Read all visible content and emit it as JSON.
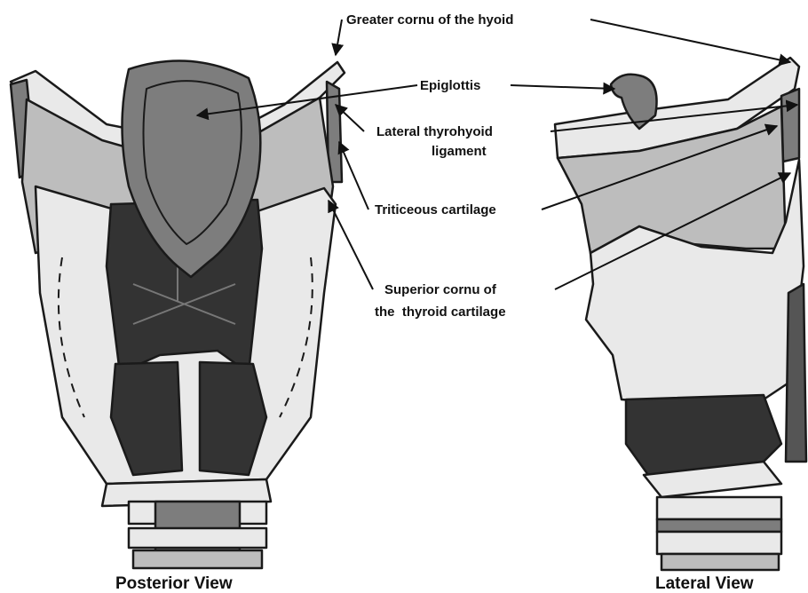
{
  "colors": {
    "outline": "#1a1a1a",
    "light": "#e9e9e9",
    "mid": "#bdbdbd",
    "dark": "#7d7d7d",
    "muscle": "#333333"
  },
  "labels": {
    "greater_cornu": "Greater cornu of the hyoid",
    "epiglottis": "Epiglottis",
    "lateral_thyrohyoid_line1": "Lateral thyrohyoid",
    "lateral_thyrohyoid_line2": "ligament",
    "triticeous": "Triticeous cartilage",
    "superior_cornu_line1": "Superior cornu of",
    "superior_cornu_line2": "the  thyroid cartilage"
  },
  "captions": {
    "posterior": "Posterior View",
    "lateral": "Lateral View"
  }
}
